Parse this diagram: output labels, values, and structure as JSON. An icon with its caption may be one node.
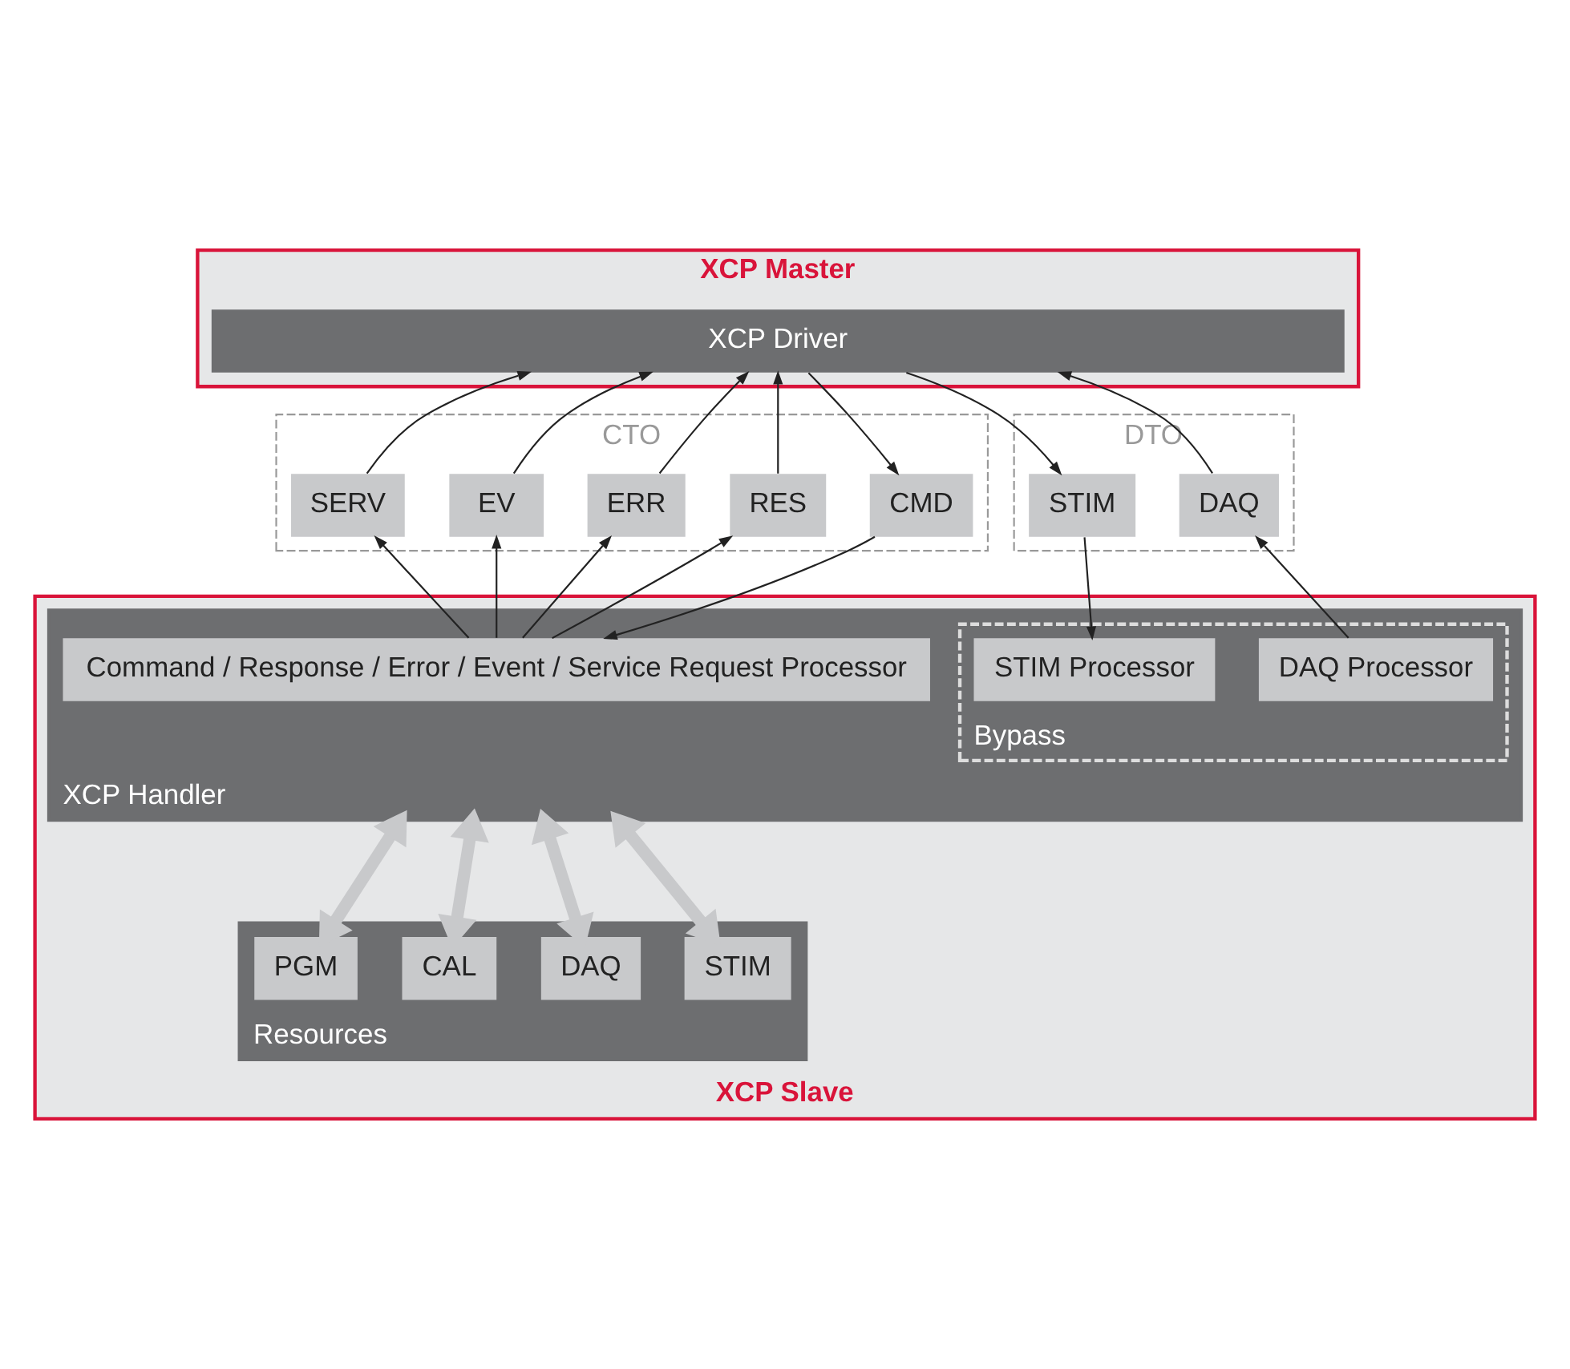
{
  "diagram": {
    "nodes": [
      {
        "text": [
          "XCP Master"
        ]
      },
      {
        "text": [
          "XCP Driver"
        ],
        "in": 0
      },
      {
        "text": [
          "CTO"
        ]
      },
      {
        "text": [
          "CMD"
        ],
        "in": 2
      },
      {
        "text": [
          "RES"
        ],
        "in": 2
      },
      {
        "text": [
          "ERR"
        ],
        "in": 2
      },
      {
        "text": [
          "EV"
        ],
        "in": 2
      },
      {
        "text": [
          "SERV"
        ],
        "in": 2
      },
      {
        "text": [
          "DTO"
        ]
      },
      {
        "text": [
          "DAQ"
        ],
        "in": 8
      },
      {
        "text": [
          "STIM"
        ],
        "in": 8
      },
      {
        "text": [
          "XCP Slave"
        ]
      },
      {
        "text": [
          "XCP Handler"
        ],
        "in": 11
      },
      {
        "text": [
          "Command / Response / Error / Event / Service Request Processor"
        ],
        "in": 12
      },
      {
        "text": [
          "Bypass"
        ],
        "in": 12
      },
      {
        "text": [
          "DAQ Processor"
        ],
        "in": 14
      },
      {
        "text": [
          "STIM Processor"
        ],
        "in": 14
      },
      {
        "text": [
          "Resources"
        ],
        "in": 11
      },
      {
        "text": [
          "PGM"
        ],
        "in": 17
      },
      {
        "text": [
          "CAL"
        ],
        "in": 17
      },
      {
        "text": [
          "DAQ"
        ],
        "in": 17
      },
      {
        "text": [
          "STIM"
        ],
        "in": 17
      }
    ],
    "edges": [
      {
        "from": 1,
        "to": 3,
        "arrow": "to"
      },
      {
        "from": 4,
        "to": 1,
        "arrow": "to"
      },
      {
        "from": 5,
        "to": 1,
        "arrow": "to"
      },
      {
        "from": 6,
        "to": 1,
        "arrow": "to"
      },
      {
        "from": 7,
        "to": 1,
        "arrow": "to"
      },
      {
        "from": 9,
        "to": 1,
        "arrow": "to"
      },
      {
        "from": 1,
        "to": 10,
        "arrow": "to"
      },
      {
        "from": 3,
        "to": 13,
        "arrow": "to"
      },
      {
        "from": 13,
        "to": 4,
        "arrow": "to"
      },
      {
        "from": 13,
        "to": 5,
        "arrow": "to"
      },
      {
        "from": 13,
        "to": 6,
        "arrow": "to"
      },
      {
        "from": 13,
        "to": 7,
        "arrow": "to"
      },
      {
        "from": 15,
        "to": 9,
        "arrow": "to"
      },
      {
        "from": 10,
        "to": 16,
        "arrow": "to"
      },
      {
        "from": 12,
        "to": 18,
        "arrow": "both",
        "style": "thick",
        "color": "#c8c9cb"
      },
      {
        "from": 12,
        "to": 19,
        "arrow": "both",
        "style": "thick",
        "color": "#c8c9cb"
      },
      {
        "from": 12,
        "to": 20,
        "arrow": "both",
        "style": "thick",
        "color": "#c8c9cb"
      },
      {
        "from": 12,
        "to": 21,
        "arrow": "both",
        "style": "thick",
        "color": "#c8c9cb"
      }
    ]
  }
}
